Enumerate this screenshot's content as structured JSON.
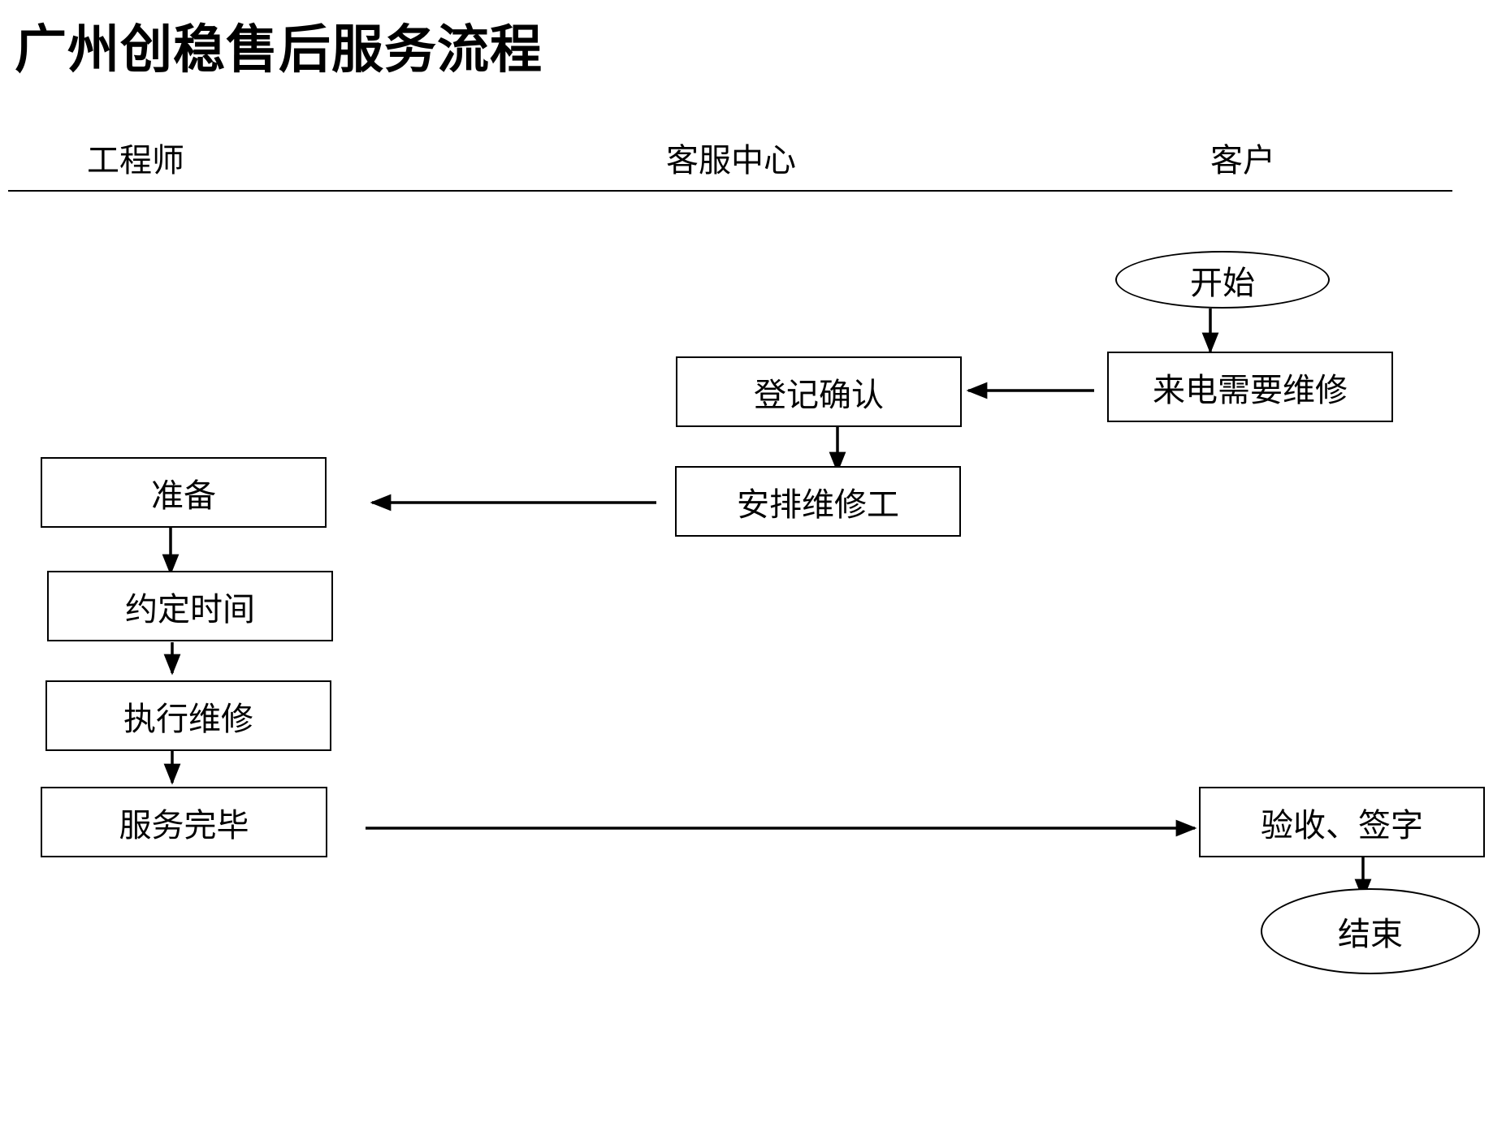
{
  "title": "广州创稳售后服务流程",
  "lanes": {
    "engineer": "工程师",
    "service_center": "客服中心",
    "customer": "客户"
  },
  "nodes": {
    "start": "开始",
    "call_for_repair": "来电需要维修",
    "register_confirm": "登记确认",
    "assign_technician": "安排维修工",
    "prepare": "准备",
    "schedule_time": "约定时间",
    "perform_repair": "执行维修",
    "service_complete": "服务完毕",
    "acceptance_sign": "验收、签字",
    "end": "结束"
  }
}
